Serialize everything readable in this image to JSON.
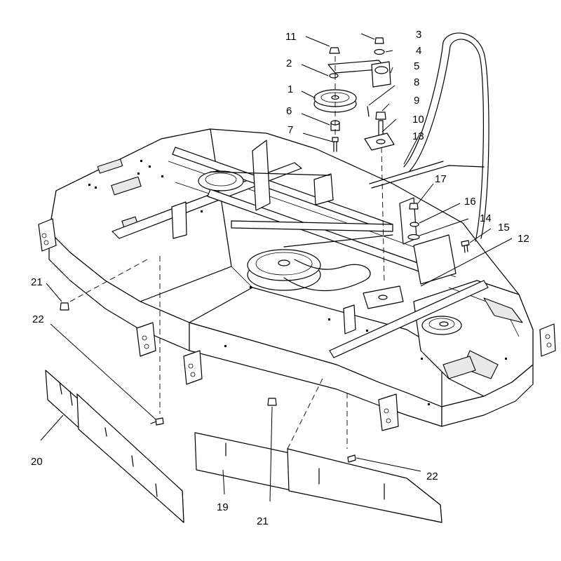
{
  "diagram": {
    "callouts": [
      {
        "id": "c11",
        "text": "11"
      },
      {
        "id": "c3",
        "text": "3"
      },
      {
        "id": "c4",
        "text": "4"
      },
      {
        "id": "c2",
        "text": "2"
      },
      {
        "id": "c5",
        "text": "5"
      },
      {
        "id": "c8",
        "text": "8"
      },
      {
        "id": "c1",
        "text": "1"
      },
      {
        "id": "c9",
        "text": "9"
      },
      {
        "id": "c6",
        "text": "6"
      },
      {
        "id": "c10",
        "text": "10"
      },
      {
        "id": "c7",
        "text": "7"
      },
      {
        "id": "c13",
        "text": "13"
      },
      {
        "id": "c17",
        "text": "17"
      },
      {
        "id": "c16",
        "text": "16"
      },
      {
        "id": "c14",
        "text": "14"
      },
      {
        "id": "c15",
        "text": "15"
      },
      {
        "id": "c12",
        "text": "12"
      },
      {
        "id": "c21a",
        "text": "21"
      },
      {
        "id": "c22a",
        "text": "22"
      },
      {
        "id": "c20",
        "text": "20"
      },
      {
        "id": "c19",
        "text": "19"
      },
      {
        "id": "c21b",
        "text": "21"
      },
      {
        "id": "c22b",
        "text": "22"
      }
    ]
  }
}
